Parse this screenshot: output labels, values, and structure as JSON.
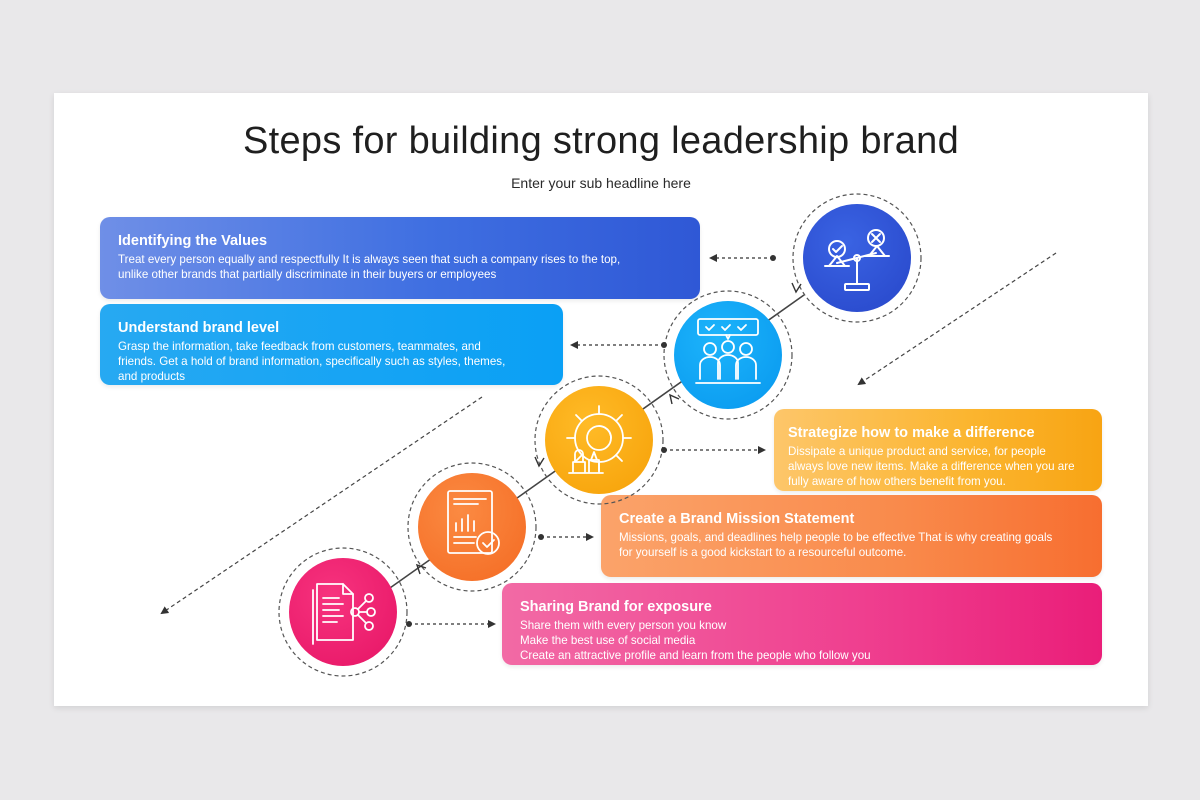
{
  "title": "Steps for building strong leadership brand",
  "subtitle": "Enter your sub headline here",
  "steps": [
    {
      "title": "Identifying the Values",
      "lines": [
        "Treat every person equally and respectfully  It is always seen that such a company rises to the top,",
        "unlike other brands that partially discriminate in their buyers or employees"
      ],
      "color": "#2f58d6",
      "icon": "balance-scale-icon"
    },
    {
      "title": "Understand brand level",
      "lines": [
        "Grasp the information, take feedback from customers, teammates, and",
        "friends. Get a hold of brand information, specifically such as styles, themes,",
        "and products"
      ],
      "color": "#0aa0f5",
      "icon": "team-feedback-icon"
    },
    {
      "title": "Strategize how to make a difference",
      "lines": [
        "Dissipate a unique product and service, for people",
        "always love new items. Make a difference when you are",
        "fully aware of how others benefit from you."
      ],
      "color": "#f8a413",
      "icon": "strategy-gear-icon"
    },
    {
      "title": "Create a Brand Mission Statement",
      "lines": [
        "Missions, goals, and deadlines help people to be effective  That is why creating goals",
        "for yourself is a good kickstart  to a resourceful outcome."
      ],
      "color": "#f76e30",
      "icon": "report-check-icon"
    },
    {
      "title": "Sharing Brand for exposure",
      "lines": [
        "Share them with every person you know",
        "Make the best use of social media",
        "Create an attractive profile and learn from the people who follow you"
      ],
      "color": "#ea1e79",
      "icon": "share-document-icon"
    }
  ]
}
